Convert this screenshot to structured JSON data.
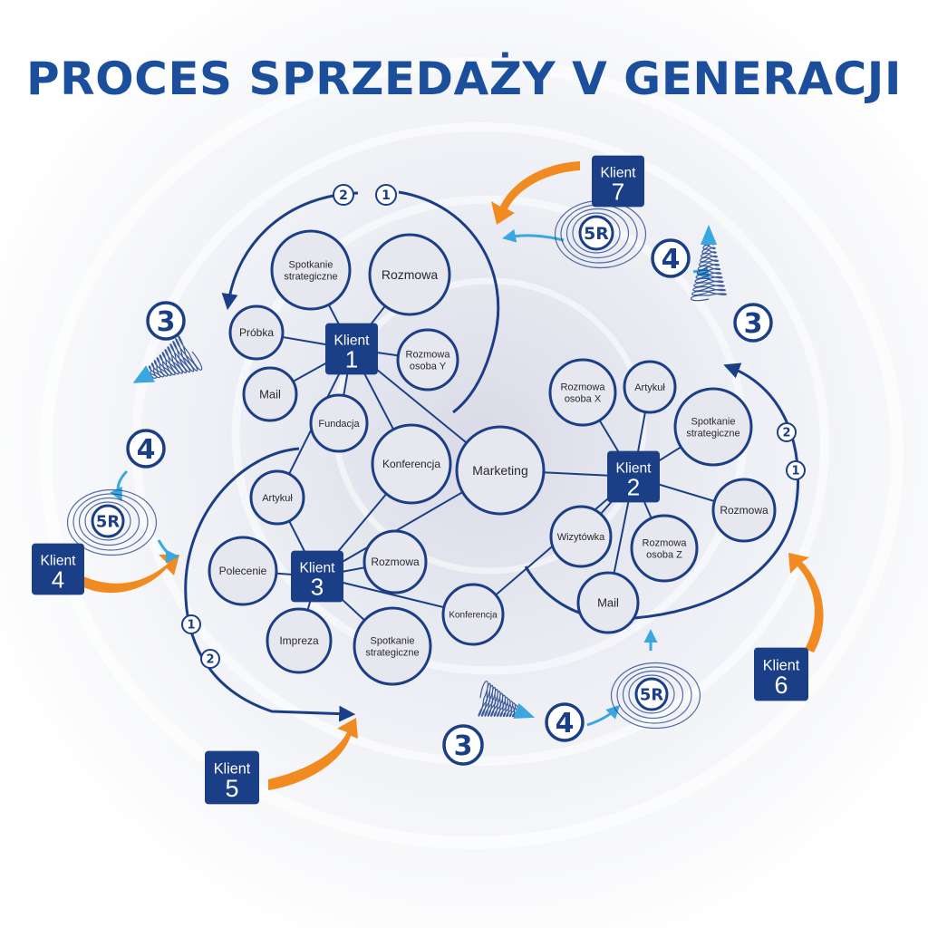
{
  "title": "PROCES SPRZEDAŻY V GENERACJI",
  "colors": {
    "primary": "#1b3f86",
    "title": "#1b4f9c",
    "accent": "#f18a21",
    "light_blue": "#3aa7e0",
    "node_fill": "#e6e7ef"
  },
  "clients": [
    {
      "id": "k1",
      "label": "Klient",
      "number": "1"
    },
    {
      "id": "k2",
      "label": "Klient",
      "number": "2"
    },
    {
      "id": "k3",
      "label": "Klient",
      "number": "3"
    },
    {
      "id": "k4",
      "label": "Klient",
      "number": "4"
    },
    {
      "id": "k5",
      "label": "Klient",
      "number": "5"
    },
    {
      "id": "k6",
      "label": "Klient",
      "number": "6"
    },
    {
      "id": "k7",
      "label": "Klient",
      "number": "7"
    }
  ],
  "nodes": [
    {
      "id": "n-spotkanie1",
      "text": [
        "Spotkanie",
        "strategiczne"
      ]
    },
    {
      "id": "n-rozmowa1",
      "text": [
        "Rozmowa"
      ]
    },
    {
      "id": "n-probka",
      "text": [
        "Próbka"
      ]
    },
    {
      "id": "n-rozmowaY",
      "text": [
        "Rozmowa",
        "osoba Y"
      ]
    },
    {
      "id": "n-mail1",
      "text": [
        "Mail"
      ]
    },
    {
      "id": "n-fundacja",
      "text": [
        "Fundacja"
      ]
    },
    {
      "id": "n-konferencja1",
      "text": [
        "Konferencja"
      ]
    },
    {
      "id": "n-marketing",
      "text": [
        "Marketing"
      ]
    },
    {
      "id": "n-artykul3",
      "text": [
        "Artykuł"
      ]
    },
    {
      "id": "n-polecenie",
      "text": [
        "Polecenie"
      ]
    },
    {
      "id": "n-rozmowa3",
      "text": [
        "Rozmowa"
      ]
    },
    {
      "id": "n-impreza",
      "text": [
        "Impreza"
      ]
    },
    {
      "id": "n-spotkanie3",
      "text": [
        "Spotkanie",
        "strategiczne"
      ]
    },
    {
      "id": "n-konferencja2",
      "text": [
        "Konferencja"
      ]
    },
    {
      "id": "n-rozmowaX",
      "text": [
        "Rozmowa",
        "osoba X"
      ]
    },
    {
      "id": "n-artykul2",
      "text": [
        "Artykuł"
      ]
    },
    {
      "id": "n-spotkanie2",
      "text": [
        "Spotkanie",
        "strategiczne"
      ]
    },
    {
      "id": "n-rozmowa2",
      "text": [
        "Rozmowa"
      ]
    },
    {
      "id": "n-wizytowka",
      "text": [
        "Wizytówka"
      ]
    },
    {
      "id": "n-rozmowaZ",
      "text": [
        "Rozmowa",
        "osoba Z"
      ]
    },
    {
      "id": "n-mail2",
      "text": [
        "Mail"
      ]
    }
  ],
  "steps": [
    {
      "id": "s1",
      "text": "1"
    },
    {
      "id": "s2",
      "text": "2"
    },
    {
      "id": "s3",
      "text": "3"
    },
    {
      "id": "s4",
      "text": "4"
    },
    {
      "id": "s3b",
      "text": "3"
    },
    {
      "id": "s4b",
      "text": "4"
    },
    {
      "id": "s3c",
      "text": "3"
    },
    {
      "id": "s4c",
      "text": "4"
    },
    {
      "id": "s1c",
      "text": "1"
    },
    {
      "id": "s2c",
      "text": "2"
    },
    {
      "id": "s1d",
      "text": "1"
    },
    {
      "id": "s2d",
      "text": "2"
    },
    {
      "id": "s3d",
      "text": "3"
    },
    {
      "id": "s4d",
      "text": "4"
    }
  ],
  "badges": [
    {
      "id": "r-k4",
      "text": "5R"
    },
    {
      "id": "r-k5",
      "text": "5R"
    },
    {
      "id": "r-k7",
      "text": "5R"
    }
  ]
}
